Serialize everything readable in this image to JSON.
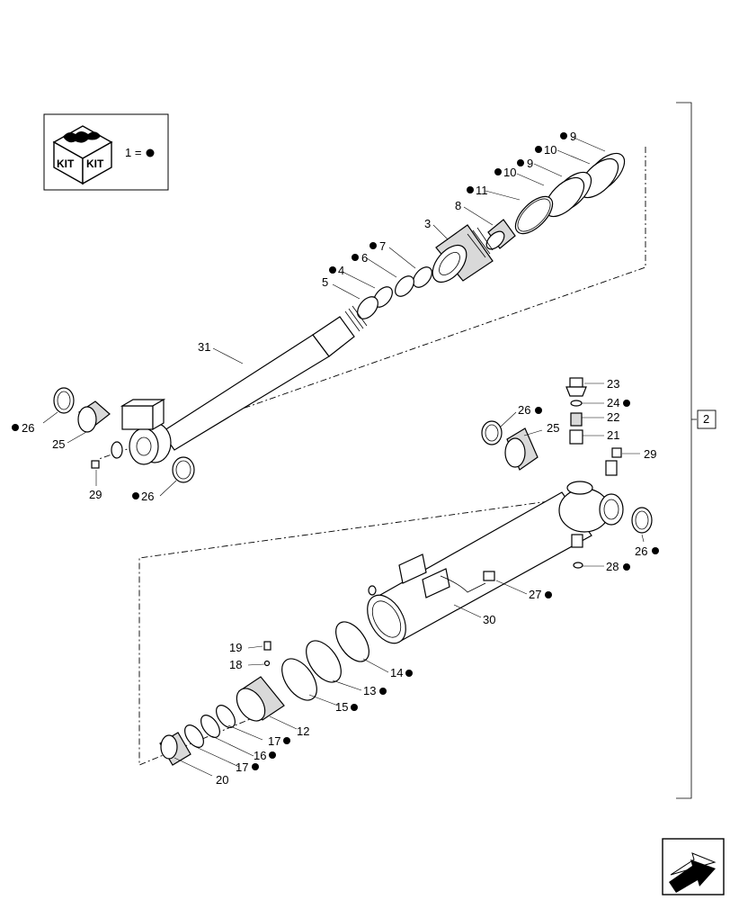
{
  "legend": {
    "kit_text_left": "KIT",
    "kit_text_right": "KIT",
    "equation": "1 ="
  },
  "page_ref": "2",
  "colors": {
    "line": "#000000",
    "shade": "#d9d9d9",
    "background": "#ffffff"
  },
  "labels": {
    "n9a": "9",
    "n10a": "10",
    "n9b": "9",
    "n10b": "10",
    "n11": "11",
    "n8": "8",
    "n3": "3",
    "n7": "7",
    "n6": "6",
    "n4": "4",
    "n5": "5",
    "n31": "31",
    "n26a": "26",
    "n25a": "25",
    "n29a": "29",
    "n26b": "26",
    "n23": "23",
    "n24": "24",
    "n22": "22",
    "n21": "21",
    "n26c": "26",
    "n25b": "25",
    "n29b": "29",
    "n26d": "26",
    "n28": "28",
    "n27": "27",
    "n30": "30",
    "n19": "19",
    "n18": "18",
    "n14": "14",
    "n13": "13",
    "n15": "15",
    "n12": "12",
    "n17a": "17",
    "n16": "16",
    "n17b": "17",
    "n20": "20"
  },
  "icons": {
    "kit": "kit-box-icon",
    "dot": "kit-dot-icon",
    "nav": "next-page-arrow-icon"
  }
}
